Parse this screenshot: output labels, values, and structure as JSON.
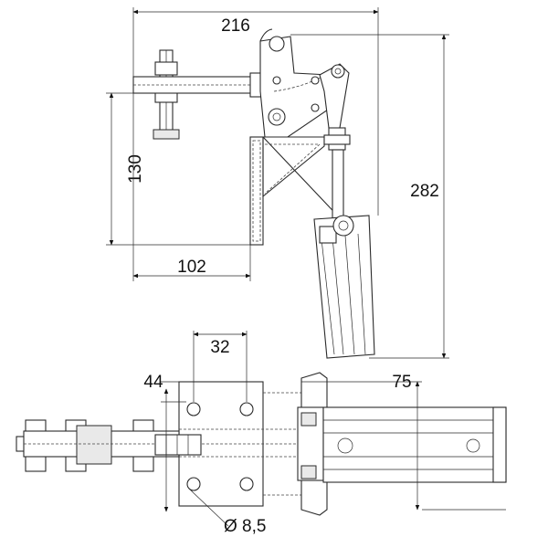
{
  "dimensions": {
    "overall_width": "216",
    "overall_height": "282",
    "spindle_height": "130",
    "base_offset": "102",
    "hole_spacing": "32",
    "base_depth": "44",
    "handle_width": "75",
    "hole_diameter": "Ø 8,5"
  }
}
